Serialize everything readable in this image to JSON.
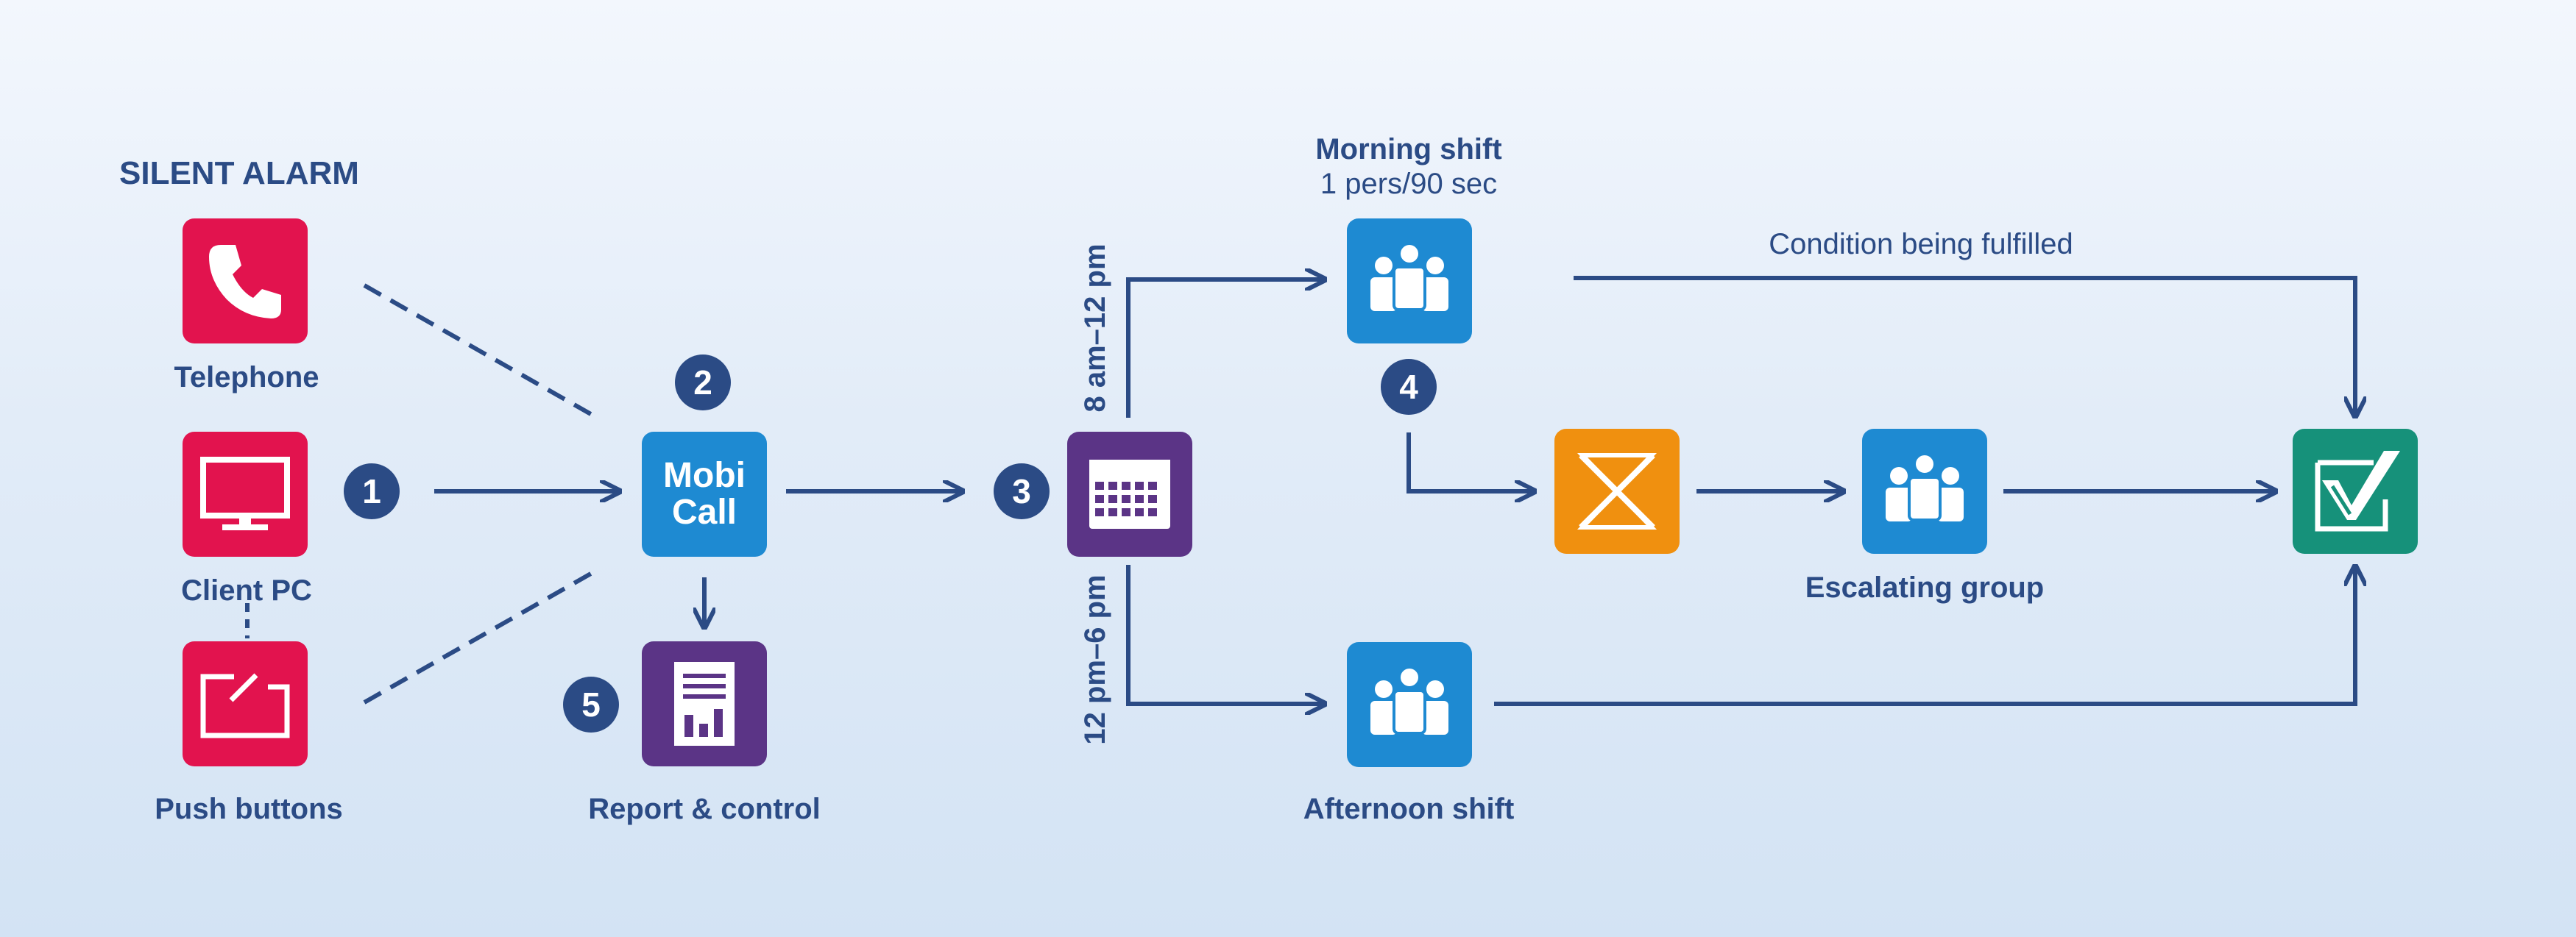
{
  "title": "SILENT ALARM",
  "sources": {
    "telephone": "Telephone",
    "client_pc": "Client PC",
    "push_buttons": "Push buttons"
  },
  "steps": {
    "s1": "1",
    "s2": "2",
    "s3": "3",
    "s4": "4",
    "s5": "5"
  },
  "mobicall": {
    "line1": "Mobi",
    "line2": "Call"
  },
  "report": "Report & control",
  "time_slots": {
    "morning": "8 am–12 pm",
    "afternoon": "12 pm–6 pm"
  },
  "morning_shift": {
    "title": "Morning shift",
    "rate": "1 pers/90 sec"
  },
  "afternoon_shift": "Afternoon shift",
  "escalating_group": "Escalating group",
  "condition": "Condition being fulfilled",
  "icons": {
    "telephone": "phone-icon",
    "client_pc": "monitor-icon",
    "push_buttons": "push-button-icon",
    "report": "report-chart-icon",
    "scheduler": "calendar-icon",
    "shifts": "group-people-icon",
    "condition_node": "hourglass-x-icon",
    "done": "checkmark-icon"
  },
  "colors": {
    "text": "#2b4b85",
    "red": "#e2134e",
    "blue": "#1e8ad2",
    "purple": "#5b3486",
    "orange": "#f0900f",
    "green": "#16917a"
  }
}
